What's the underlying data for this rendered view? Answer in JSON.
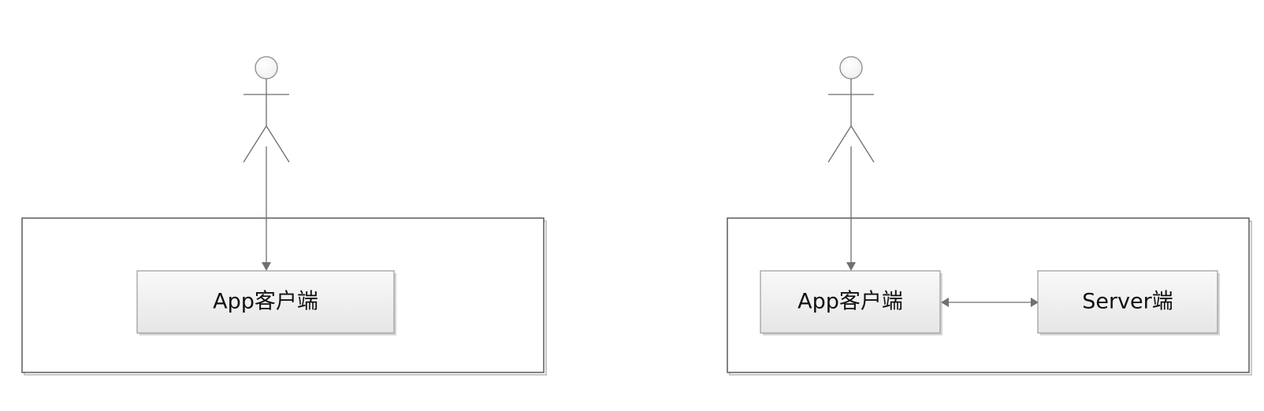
{
  "colors": {
    "node_fill_top": "#f9f9f9",
    "node_fill_bottom": "#e6e6e6",
    "actor_head_fill": "#efefef",
    "line": "#707070",
    "border": "#5a5a5a"
  },
  "panels": [
    {
      "nodes": [
        {
          "label": "App客户端"
        }
      ]
    },
    {
      "nodes": [
        {
          "label": "App客户端"
        },
        {
          "label": "Server端"
        }
      ]
    }
  ]
}
